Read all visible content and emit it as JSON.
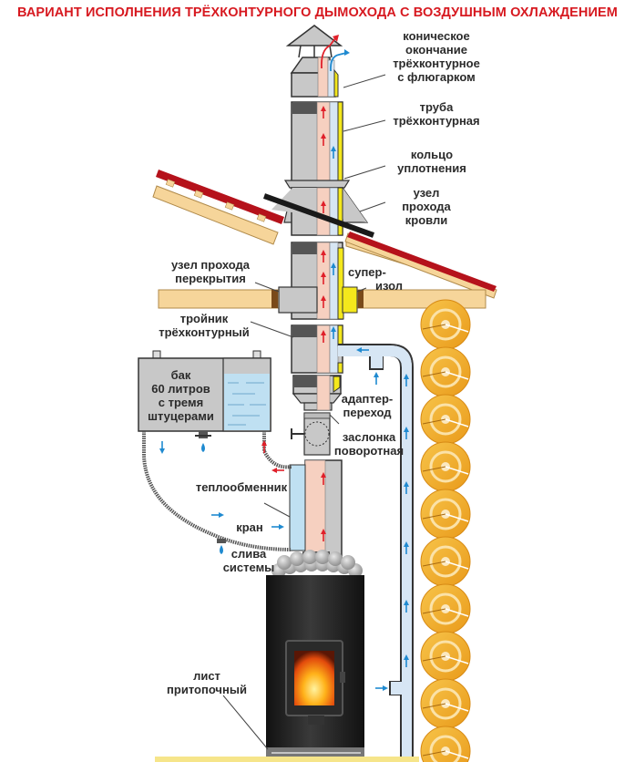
{
  "title": "ВАРИАНТ ИСПОЛНЕНИЯ ТРЁХКОНТУРНОГО ДЫМОХОДА С ВОЗДУШНЫМ ОХЛАЖДЕНИЕМ",
  "colors": {
    "title": "#d71920",
    "label": "#2b2b2b",
    "metal": "#c8c8c8",
    "hot_channel": "#f6d0c0",
    "air_channel": "#d7e6f4",
    "insulation": "#f4e81c",
    "wood": "#f6d59a",
    "roof_tile": "#b5121b",
    "log": "#f2b233",
    "stove": "#1f1f1f",
    "water": "#bfe0f2",
    "hot_arrow": "#e0202a",
    "cold_arrow": "#1f8ad0"
  },
  "labels": {
    "cap": [
      "коническое",
      "окончание",
      "трёхконтурное",
      "с флюгарком"
    ],
    "pipe": [
      "труба",
      "трёхконтурная"
    ],
    "ring": [
      "кольцо",
      "уплотнения"
    ],
    "roof_pass": [
      "узел",
      "прохода",
      "кровли"
    ],
    "ceiling_pass": [
      "узел прохода",
      "перекрытия"
    ],
    "superizol": [
      "супер-",
      "изол"
    ],
    "tee": [
      "тройник",
      "трёхконтурный"
    ],
    "tank": [
      "бак",
      "60 литров",
      "с тремя",
      "штуцерами"
    ],
    "adapter": [
      "адаптер-",
      "переход"
    ],
    "damper": [
      "заслонка",
      "поворотная"
    ],
    "heat_exchanger": [
      "теплообменник"
    ],
    "valve": [
      "кран"
    ],
    "drain": [
      "слива",
      "системы"
    ],
    "floor_sheet": [
      "лист",
      "притопочный"
    ]
  },
  "icons": {
    "hot_flow": "arrow-up-red",
    "cold_flow": "arrow-up-blue",
    "water_drop": "water-drop-icon"
  }
}
